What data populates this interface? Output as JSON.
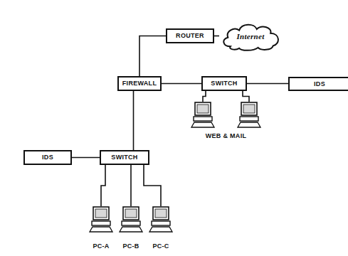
{
  "diagram": {
    "nodes": [
      {
        "text": [
          "ROUTER"
        ]
      },
      {
        "text": [
          "Internet"
        ]
      },
      {
        "text": [
          "FIREWALL"
        ]
      },
      {
        "text": [
          "SWITCH"
        ]
      },
      {
        "text": [
          "IDS"
        ]
      },
      {
        "text": [
          "WEB & MAIL"
        ]
      },
      {
        "text": [
          "IDS"
        ]
      },
      {
        "text": [
          "SWITCH"
        ]
      },
      {
        "text": [
          "PC-A"
        ]
      },
      {
        "text": [
          "PC-B"
        ]
      },
      {
        "text": [
          "PC-C"
        ]
      }
    ],
    "edges": [
      {
        "from": 0,
        "to": 1,
        "arrow": "none"
      },
      {
        "from": 2,
        "to": 0,
        "arrow": "none"
      },
      {
        "from": 2,
        "to": 3,
        "arrow": "none"
      },
      {
        "from": 3,
        "to": 4,
        "arrow": "none"
      },
      {
        "from": 3,
        "to": 5,
        "arrow": "none"
      },
      {
        "from": 2,
        "to": 7,
        "arrow": "none"
      },
      {
        "from": 6,
        "to": 7,
        "arrow": "none"
      },
      {
        "from": 7,
        "to": 8,
        "arrow": "none"
      },
      {
        "from": 7,
        "to": 9,
        "arrow": "none"
      },
      {
        "from": 7,
        "to": 10,
        "arrow": "none"
      }
    ]
  }
}
